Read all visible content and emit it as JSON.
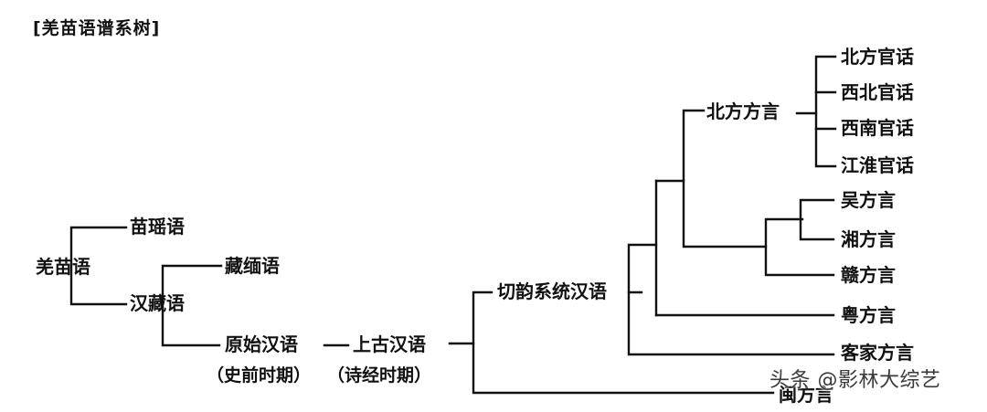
{
  "title": "[羌苗语谱系树]",
  "nodes": {
    "qiangmiao": "羌苗语",
    "miaoyao": "苗瑶语",
    "hanzang": "汉藏语",
    "zangmian": "藏缅语",
    "yuanshi": "原始汉语",
    "yuanshi_sub": "（史前时期）",
    "shanggu": "上古汉语",
    "shanggu_sub": "（诗经时期）",
    "qieyun": "切韵系统汉语",
    "beifang": "北方方言",
    "beifang_guanhua": "北方官话",
    "xibei_guanhua": "西北官话",
    "xinan_guanhua": "西南官话",
    "jianghuai_guanhua": "江淮官话",
    "wu": "吴方言",
    "xiang": "湘方言",
    "gan": "赣方言",
    "yue": "粤方言",
    "kejia": "客家方言",
    "minfang": "闽方言"
  },
  "watermark": "头条 @影林大综艺"
}
